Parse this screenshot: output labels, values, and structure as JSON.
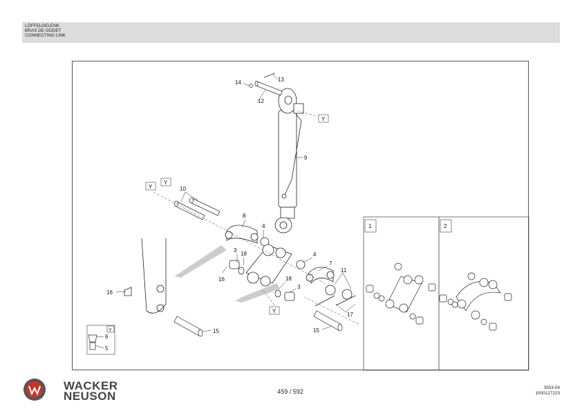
{
  "header": {
    "line1": "LÖFFELGELENK",
    "line2": "BRAS DE GODET",
    "line3": "CONNECTING LINK"
  },
  "diagram": {
    "callouts": [
      "14",
      "13",
      "12",
      "9",
      "10",
      "8",
      "4",
      "3",
      "18",
      "16",
      "4",
      "7",
      "11",
      "18",
      "3",
      "17",
      "16",
      "15",
      "15",
      "6",
      "5"
    ],
    "ref_tags": [
      "Y",
      "Y",
      "Y",
      "Y",
      "Y"
    ],
    "variants": [
      "1",
      "2"
    ]
  },
  "footer": {
    "brand_line1": "WACKER",
    "brand_line2": "NEUSON",
    "page": "459 / 592",
    "code1": "3503-04",
    "code2": "1000127223"
  }
}
